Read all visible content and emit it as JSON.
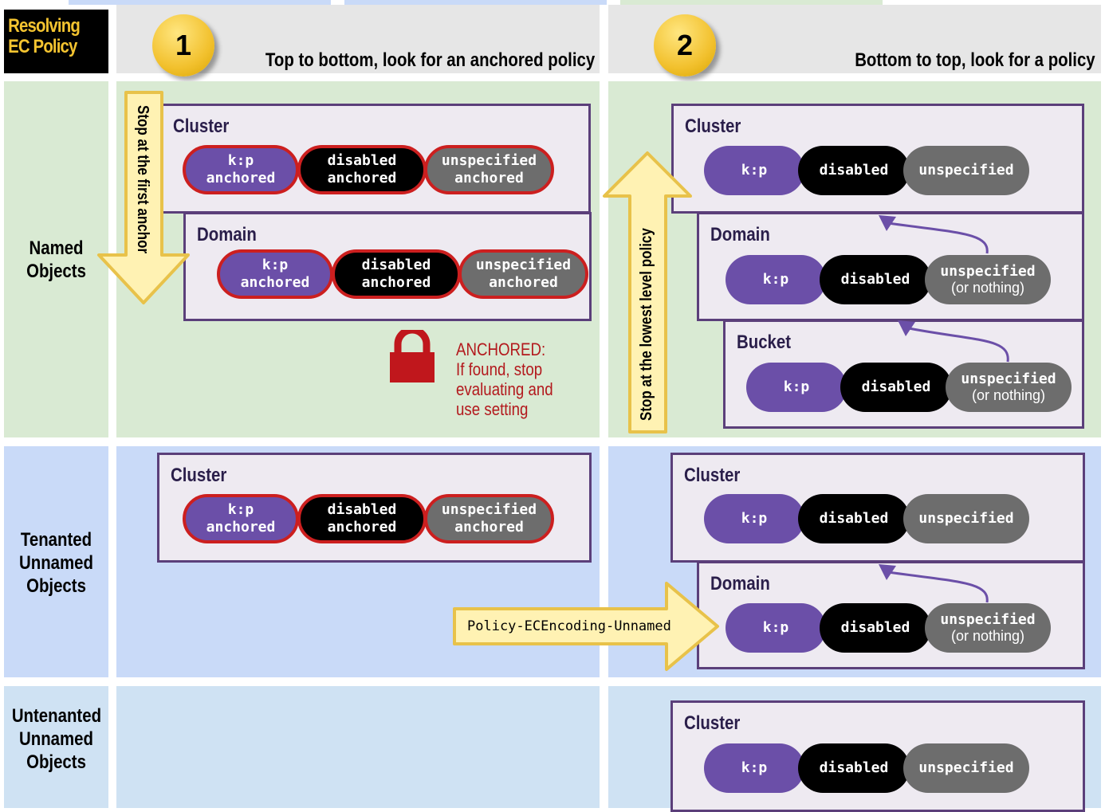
{
  "title": "Resolving\nEC Policy",
  "step1": {
    "number": "1",
    "text": "Top to bottom, look for an anchored policy"
  },
  "step2": {
    "number": "2",
    "text": "Bottom to top, look for a policy"
  },
  "rows": {
    "named": "Named\nObjects",
    "tenanted": "Tenanted\nUnnamed\nObjects",
    "untenanted": "Untenanted\nUnnamed\nObjects"
  },
  "labels": {
    "cluster": "Cluster",
    "domain": "Domain",
    "bucket": "Bucket"
  },
  "pills": {
    "kp": "k:p",
    "disabled": "disabled",
    "unspecified": "unspecified",
    "anchored": "anchored",
    "or_nothing": "(or nothing)"
  },
  "arrows": {
    "down": "Stop at the first anchor",
    "up": "Stop at the lowest level policy",
    "policy": "Policy-ECEncoding-Unnamed"
  },
  "anchored_note": "ANCHORED:\nIf found, stop\nevaluating and\nuse setting",
  "colors": {
    "green": "#d9ead3",
    "blue": "#c9daf8",
    "purple": "#6b4fa8",
    "red": "#cc1f1f",
    "gold": "#f2c12e",
    "arrow_fill": "#fff2b3"
  },
  "icons": [
    "lock-icon",
    "down-arrow",
    "up-arrow",
    "right-arrow"
  ]
}
